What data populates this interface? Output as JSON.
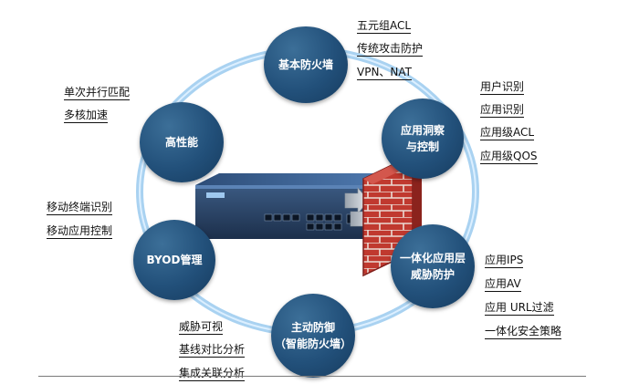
{
  "nodes": {
    "firewall": "基本防火墙",
    "app_control": "应用洞察\n与控制",
    "threat": "一体化应用层\n威胁防护",
    "active": "主动防御\n（智能防火墙）",
    "byod": "BYOD管理",
    "perf": "高性能"
  },
  "labels": {
    "firewall": [
      "五元组ACL",
      "传统攻击防护",
      "VPN、NAT"
    ],
    "app_control": [
      "用户识别",
      "应用识别",
      "应用级ACL",
      "应用级QOS"
    ],
    "threat": [
      "应用IPS",
      "应用AV",
      "应用 URL过滤",
      "一体化安全策略"
    ],
    "active": [
      "威胁可视",
      "基线对比分析",
      "集成关联分析"
    ],
    "byod": [
      "移动终端识别",
      "移动应用控制"
    ],
    "perf": [
      "单次并行匹配",
      "多核加速"
    ]
  },
  "colors": {
    "node": "#22507a",
    "ring": "#8fc3ea",
    "brick": "#b8322c",
    "device": "#1f3554"
  }
}
